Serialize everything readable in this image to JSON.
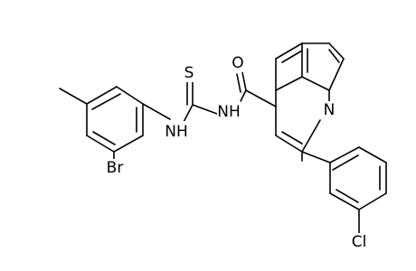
{
  "molecule": {
    "atoms": [
      {
        "id": "S",
        "text": "S"
      },
      {
        "id": "O",
        "text": "O"
      },
      {
        "id": "N",
        "text": "N"
      },
      {
        "id": "NH1",
        "text": "NH"
      },
      {
        "id": "NH2",
        "text": "NH"
      },
      {
        "id": "Br",
        "text": "Br"
      },
      {
        "id": "Cl",
        "text": "Cl"
      }
    ]
  }
}
